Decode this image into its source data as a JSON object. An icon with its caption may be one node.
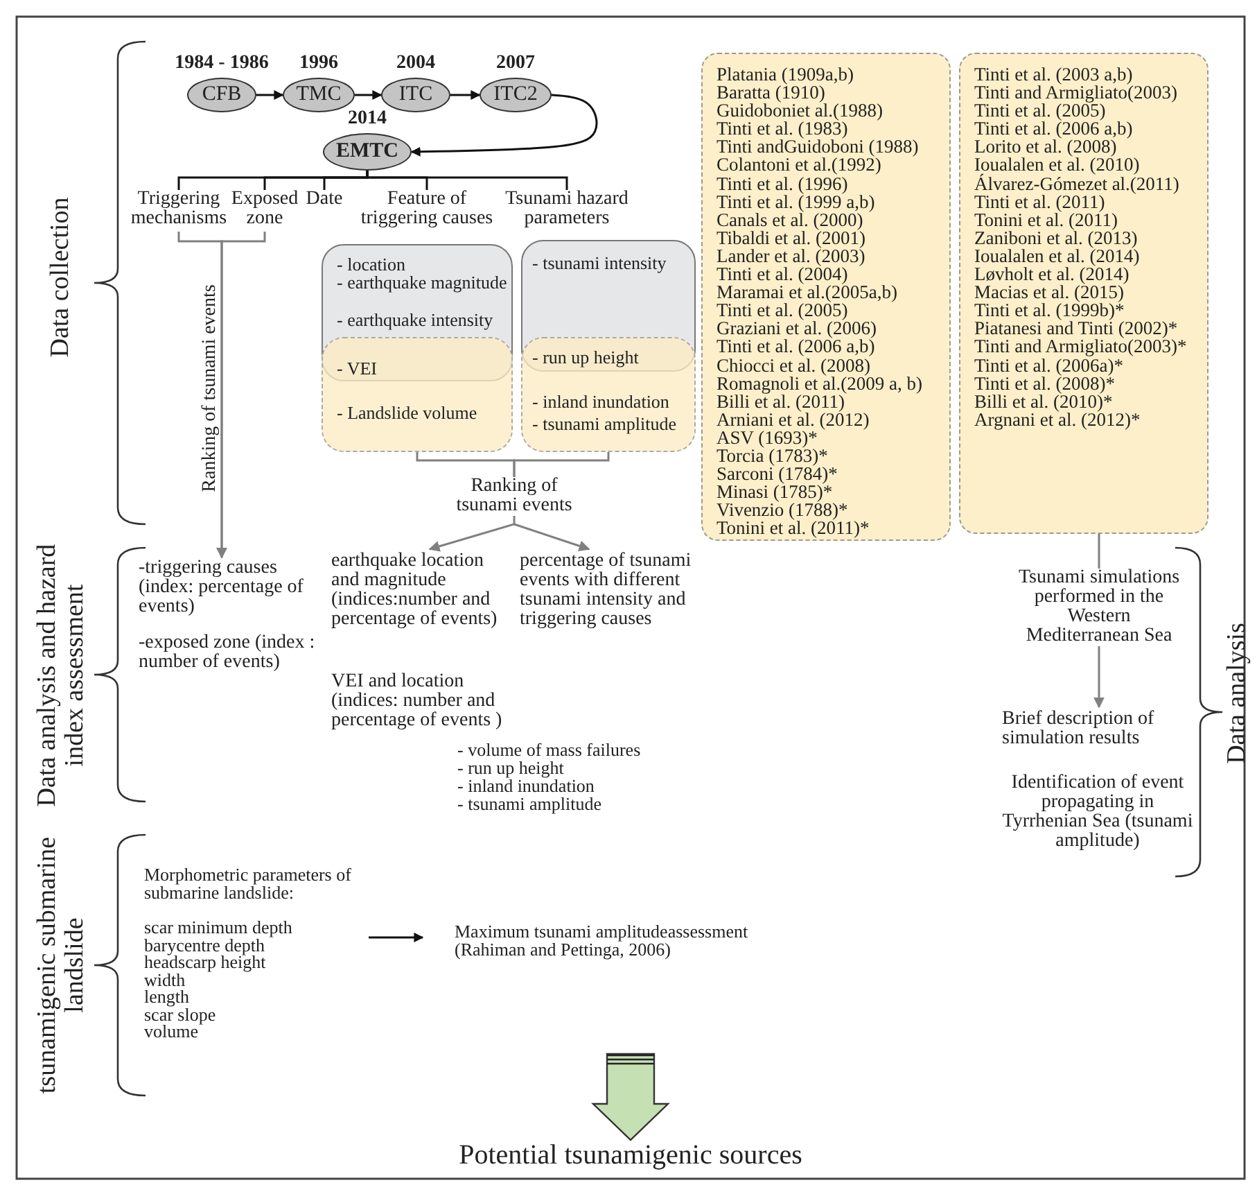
{
  "diagram": {
    "nodes": [
      {
        "text": [
          "1984 - 1986",
          "CFB"
        ]
      },
      {
        "text": [
          "1996",
          "TMC"
        ]
      },
      {
        "text": [
          "2004",
          "ITC"
        ]
      },
      {
        "text": [
          "2007",
          "ITC2"
        ]
      },
      {
        "text": [
          "2014",
          "EMTC"
        ]
      },
      {
        "text": [
          "Triggering mechanisms"
        ]
      },
      {
        "text": [
          "Exposed zone"
        ]
      },
      {
        "text": [
          "Date"
        ]
      },
      {
        "text": [
          "Feature of triggering causes"
        ]
      },
      {
        "text": [
          "Tsunami hazard parameters"
        ]
      },
      {
        "text": [
          "- location",
          "- earthquake magnitude",
          "- earthquake intensity"
        ]
      },
      {
        "text": [
          "- VEI",
          "- Landslide volume"
        ]
      },
      {
        "text": [
          "- tsunami intensity"
        ]
      },
      {
        "text": [
          "- run up height",
          "- inland inundation",
          "- tsunami amplitude"
        ]
      },
      {
        "text": [
          "Ranking of tsunami events"
        ]
      },
      {
        "text": [
          "-triggering causes (index: percentage of events)",
          "-exposed zone (index : number of events)"
        ]
      },
      {
        "text": [
          "earthquake location and magnitude (indices:number and percentage of events)"
        ]
      },
      {
        "text": [
          "percentage of tsunami events with different tsunami intensity and triggering causes"
        ]
      },
      {
        "text": [
          "Platania (1909a,b)",
          "Baratta (1910)",
          "Guidoboniet al.(1988)",
          "Tinti et al. (1983)",
          "Tinti andGuidoboni (1988)",
          "Colantoni et al.(1992)",
          "Tinti et al. (1996)",
          "Tinti et al. (1999 a,b)",
          "Canals et al. (2000)",
          "Tibaldi et al. (2001)",
          "Lander et al. (2003)",
          "Tinti et al. (2004)",
          "Maramai et al.(2005a,b)",
          "Tinti et al. (2005)",
          "Graziani et al. (2006)",
          "Tinti et al. (2006 a,b)",
          "Chiocci et al. (2008)",
          "Romagnoli et al.(2009 a, b)",
          "Billi et al. (2011)",
          "Arniani et al. (2012)",
          "ASV (1693)*",
          "Torcia (1783)*",
          "Sarconi (1784)*",
          "Minasi (1785)*",
          "Vivenzio (1788)*",
          "Tonini et al. (2011)*"
        ]
      },
      {
        "text": [
          "Tinti et al. (2003 a,b)",
          "Tinti and Armigliato(2003)",
          "Tinti et al. (2005)",
          "Tinti et al. (2006 a,b)",
          "Lorito et al. (2008)",
          "Ioualalen et al. (2010)",
          "Álvarez-Gómezet al.(2011)",
          "Tinti et al. (2011)",
          "Tonini et al. (2011)",
          "Zaniboni et al. (2013)",
          "Ioualalen et al. (2014)",
          "Løvholt et al. (2014)",
          "Macias et al. (2015)",
          "Tinti et al. (1999b)*",
          "Piatanesi and Tinti (2002)*",
          "Tinti and Armigliato(2003)*",
          "Tinti et al. (2006a)*",
          "Tinti et al. (2008)*",
          "Billi et al. (2010)*",
          "Argnani et al. (2012)*"
        ]
      },
      {
        "text": [
          "Tsunami simulations performed in the Western Mediterranean Sea"
        ]
      },
      {
        "text": [
          "Brief description of simulation results"
        ]
      },
      {
        "text": [
          "Morphometric parameters of submarine landslide:",
          "scar minimum depth",
          "barycentre depth",
          "headscarp height",
          "width",
          "length",
          "scar slope",
          "volume"
        ]
      },
      {
        "text": [
          "Maximum tsunami amplitudeassessment",
          "(Rahiman and Pettinga, 2006)"
        ]
      },
      {
        "text": [
          "Potential tsunamigenic sources"
        ]
      }
    ],
    "edges": [
      {
        "from": 0,
        "to": 1,
        "arrow": "to"
      },
      {
        "from": 1,
        "to": 2,
        "arrow": "to"
      },
      {
        "from": 2,
        "to": 3,
        "arrow": "to"
      },
      {
        "from": 3,
        "to": 4,
        "arrow": "to"
      },
      {
        "from": 4,
        "to": 5,
        "arrow": "none"
      },
      {
        "from": 4,
        "to": 6,
        "arrow": "none"
      },
      {
        "from": 4,
        "to": 7,
        "arrow": "none"
      },
      {
        "from": 4,
        "to": 8,
        "arrow": "none"
      },
      {
        "from": 4,
        "to": 9,
        "arrow": "none"
      },
      {
        "from": 5,
        "to": 15,
        "arrow": "to",
        "label": "Ranking of tsunami events",
        "color": "#808080"
      },
      {
        "from": 6,
        "to": 15,
        "arrow": "to",
        "color": "#808080"
      },
      {
        "from": 11,
        "to": 14,
        "arrow": "none",
        "color": "#808080"
      },
      {
        "from": 13,
        "to": 14,
        "arrow": "none",
        "color": "#808080"
      },
      {
        "from": 14,
        "to": 16,
        "arrow": "to",
        "color": "#808080"
      },
      {
        "from": 14,
        "to": 17,
        "arrow": "to",
        "color": "#808080"
      },
      {
        "from": 19,
        "to": 20,
        "arrow": "none",
        "color": "#808080"
      },
      {
        "from": 20,
        "to": 21,
        "arrow": "to",
        "color": "#808080"
      },
      {
        "from": 22,
        "to": 23,
        "arrow": "to"
      },
      {
        "from": null,
        "to": 24,
        "arrow": "to",
        "style": "thick",
        "color": "#c5e0b3"
      }
    ],
    "labels": [
      "Data collection",
      "Data analysis and hazard index assessment",
      "VEI and location (indices: number and percentage of events )",
      "- volume of mass failures",
      "- run up height",
      "- inland inundation",
      "- tsunami amplitude",
      "Identification of event propagating in Tyrrhenian Sea (tsunami amplitude)",
      "Data analysis",
      "tsunamigenic submarine landslide"
    ]
  }
}
